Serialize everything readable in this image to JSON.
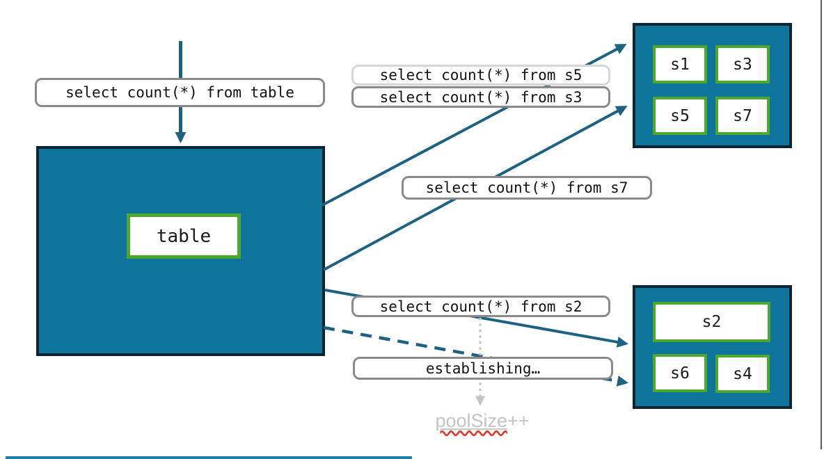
{
  "diagram": {
    "incoming_query": "select count(*) from table",
    "table_node": {
      "label": "table"
    },
    "query_labels": {
      "s5": "select count(*) from s5",
      "s3": "select count(*) from s3",
      "s7": "select count(*) from s7",
      "s2": "select count(*) from s2",
      "establishing": "establishing…"
    },
    "pool_note": {
      "word": "poolSize",
      "suffix": "++"
    },
    "shard_groups": {
      "top": {
        "shards": [
          "s1",
          "s3",
          "s5",
          "s7"
        ]
      },
      "bottom": {
        "shards": [
          "s2",
          "s6",
          "s4"
        ]
      }
    },
    "edges": [
      {
        "from": "client",
        "to": "table",
        "style": "solid-vertical",
        "label": "select count(*) from table"
      },
      {
        "from": "table",
        "to": "shard-group-top",
        "style": "solid",
        "label": "select count(*) from s5"
      },
      {
        "from": "table",
        "to": "shard-group-top",
        "style": "solid",
        "label": "select count(*) from s3 / s7"
      },
      {
        "from": "table",
        "to": "shard-group-bottom",
        "style": "solid",
        "label": "select count(*) from s2"
      },
      {
        "from": "table",
        "to": "shard-group-bottom",
        "style": "dashed",
        "label": "establishing…"
      },
      {
        "from": "select-s2-label",
        "to": "poolSize++",
        "style": "dotted-gray",
        "label": "poolSize++"
      }
    ],
    "colors": {
      "teal_fill": "#0f749c",
      "node_border": "#0e2433",
      "green_border": "#4ea72e",
      "arrow_blue": "#1d6183",
      "label_border_gray": "#8a8a8a",
      "label_border_light": "#d6d6d6",
      "muted_gray": "#c4c4c4",
      "squiggle_red": "#e03a2f"
    }
  }
}
